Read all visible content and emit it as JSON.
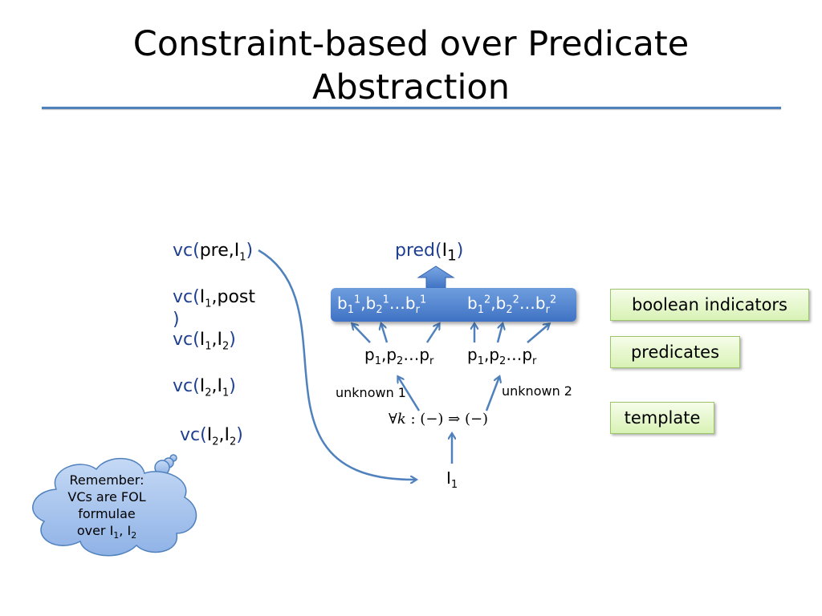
{
  "title": {
    "line1": "Constraint-based over Predicate",
    "line2": "Abstraction"
  },
  "vcs": [
    {
      "prefix": "vc(",
      "arg1": "pre,I",
      "arg1_sub": "1",
      "suffix": ")"
    },
    {
      "prefix": "vc(",
      "arg1": "I",
      "arg1_sub": "1",
      "arg2": ",post",
      "suffix": ")"
    },
    {
      "prefix": "vc(",
      "arg1": "I",
      "arg1_sub": "1",
      "arg2": ",I",
      "arg2_sub": "2",
      "suffix": ")"
    },
    {
      "prefix": "vc(",
      "arg1": "I",
      "arg1_sub": "2",
      "arg2": ",I",
      "arg2_sub": "1",
      "suffix": ")"
    },
    {
      "prefix": "vc(",
      "arg1": "I",
      "arg1_sub": "2",
      "arg2": ",I",
      "arg2_sub": "2",
      "suffix": ")"
    }
  ],
  "pred": {
    "prefix": "pred(",
    "arg": "I",
    "arg_sub": "1",
    "suffix": ")"
  },
  "bar": {
    "group1": {
      "b": "b",
      "sup": "1",
      "s1": "1",
      "s2": "2",
      "sr": "r",
      "ellipsis": "…"
    },
    "group2": {
      "b": "b",
      "sup": "2",
      "s1": "1",
      "s2": "2",
      "sr": "r",
      "ellipsis": "…"
    }
  },
  "predicates": {
    "p": "p",
    "s1": "1",
    "s2": "2",
    "sr": "r",
    "ellipsis": "…"
  },
  "unknown1": "unknown 1",
  "unknown2": "unknown 2",
  "template_formula": {
    "forall": "∀",
    "var": "k",
    "rest": " : (−) ⇒ (−)"
  },
  "invariant": {
    "name": "I",
    "sub": "1"
  },
  "legend": {
    "boolean": "boolean indicators",
    "predicates": "predicates",
    "template": "template"
  },
  "cloud": {
    "line1": "Remember:",
    "line2": "VCs are FOL",
    "line3": "formulae",
    "line4": "over I",
    "sub1": "1",
    "sep": ", I",
    "sub2": "2"
  },
  "colors": {
    "accent": "#4f81bd",
    "vc_text": "#1f3f8f",
    "green_box": "#d8f2b5",
    "cloud_fill": "#a9c5ee"
  }
}
